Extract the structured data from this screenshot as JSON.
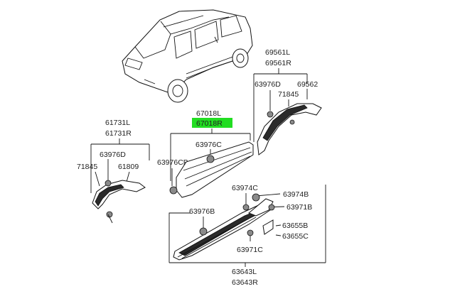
{
  "labels": {
    "l69561L": "69561L",
    "l69561R": "69561R",
    "l63976D_r": "63976D",
    "l71845_r": "71845",
    "l69562": "69562",
    "l67018L": "67018L",
    "l67018R": "67018R",
    "l63976C": "63976C",
    "l63976CB": "63976CB",
    "l61731L": "61731L",
    "l61731R": "61731R",
    "l63976D_l": "63976D",
    "l71845_l": "71845",
    "l61809": "61809",
    "l63974C": "63974C",
    "l63974B": "63974B",
    "l63971B": "63971B",
    "l63976B": "63976B",
    "l63655B": "63655B",
    "l63655C": "63655C",
    "l63971C": "63971C",
    "l63643L": "63643L",
    "l63643R": "63643R"
  },
  "highlight_color": "#22dd22"
}
